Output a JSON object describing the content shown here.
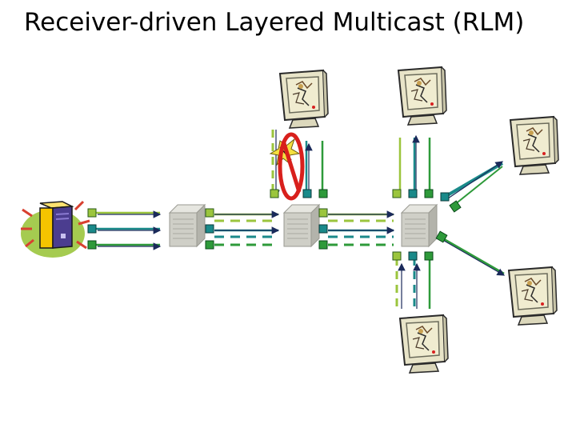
{
  "slide": {
    "title": "Receiver-driven Layered Multicast (RLM)"
  },
  "colors": {
    "layer1": "#9bc53d",
    "layer2": "#1a8a8a",
    "layer3": "#2e9a3a",
    "arrow": "#1a2a5a",
    "forbidden": "#d8201c",
    "server_gold": "#f5c400",
    "server_purple": "#4b3d8f"
  },
  "diagram": {
    "sender": "server-icon",
    "routers": [
      "router-1",
      "router-2",
      "router-3"
    ],
    "receivers": [
      "receiver-1",
      "receiver-2",
      "receiver-3",
      "receiver-4",
      "receiver-5"
    ],
    "dropped_layer": "layer3-join-rejected"
  }
}
